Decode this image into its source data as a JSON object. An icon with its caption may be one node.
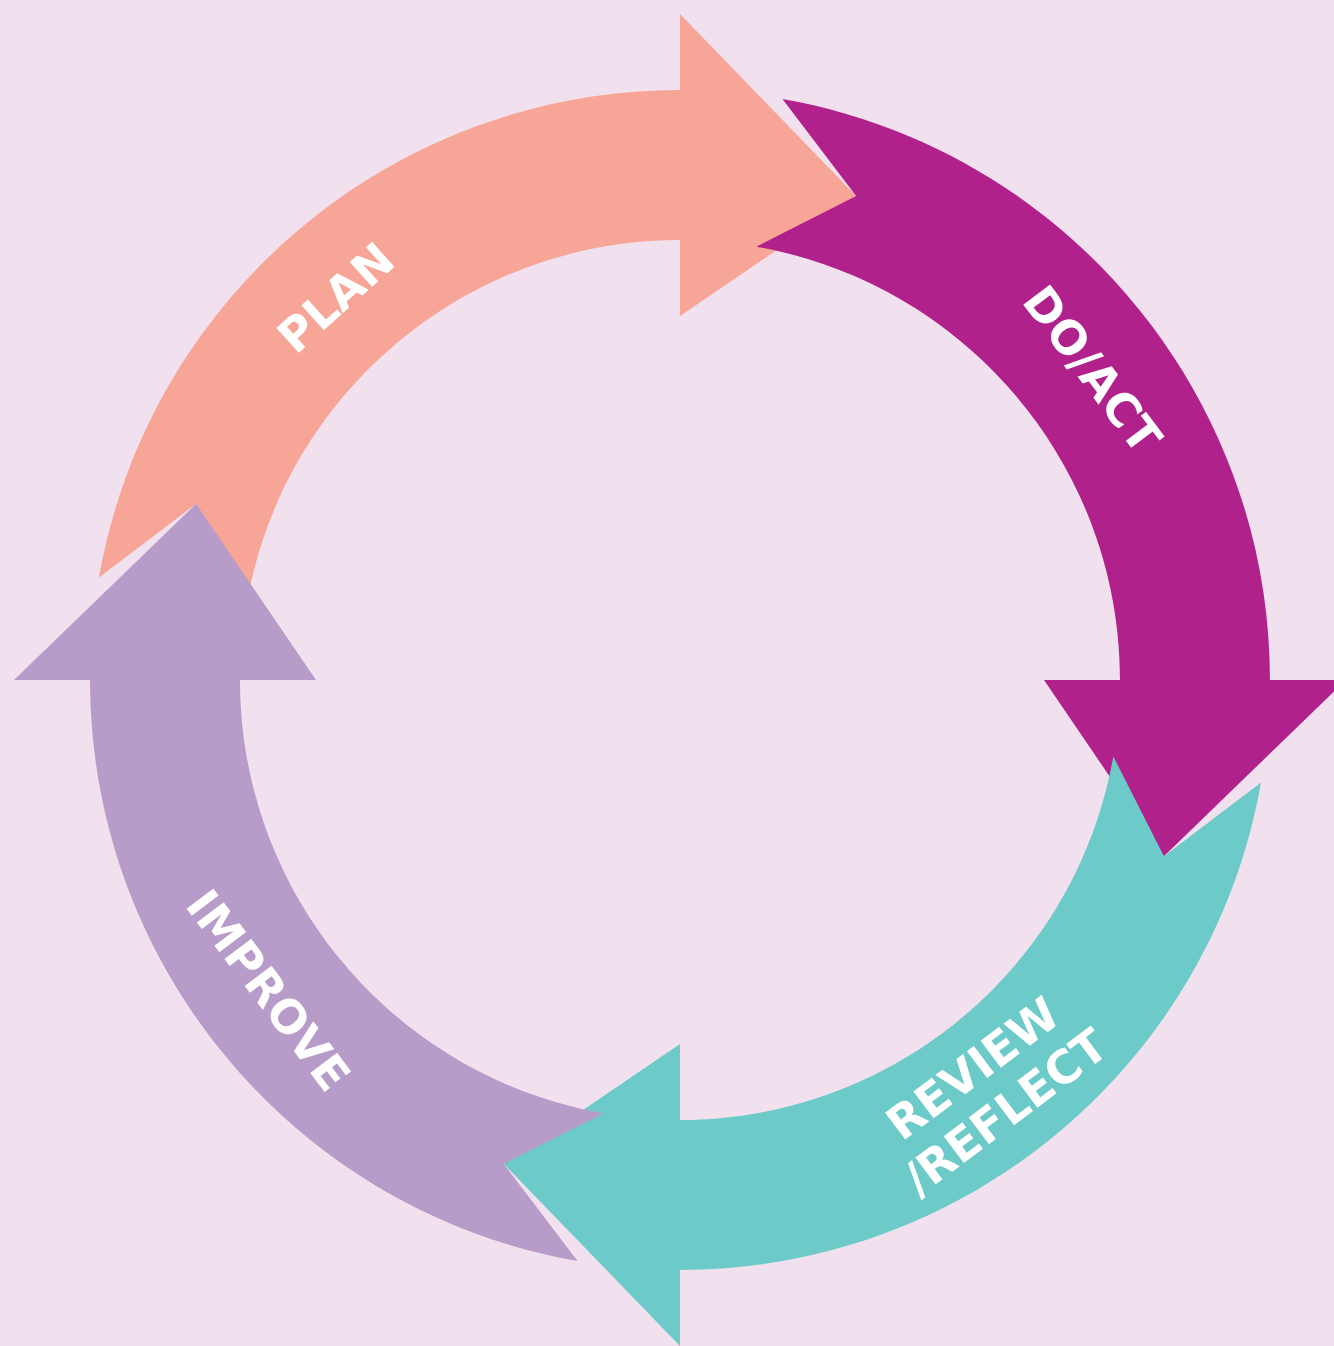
{
  "diagram": {
    "nodes": [
      {
        "text": [
          "PLAN"
        ]
      },
      {
        "text": [
          "DO/ACT"
        ]
      },
      {
        "text": [
          "REVIEW /REFLECT"
        ]
      },
      {
        "text": [
          "IMPROVE"
        ]
      }
    ]
  }
}
